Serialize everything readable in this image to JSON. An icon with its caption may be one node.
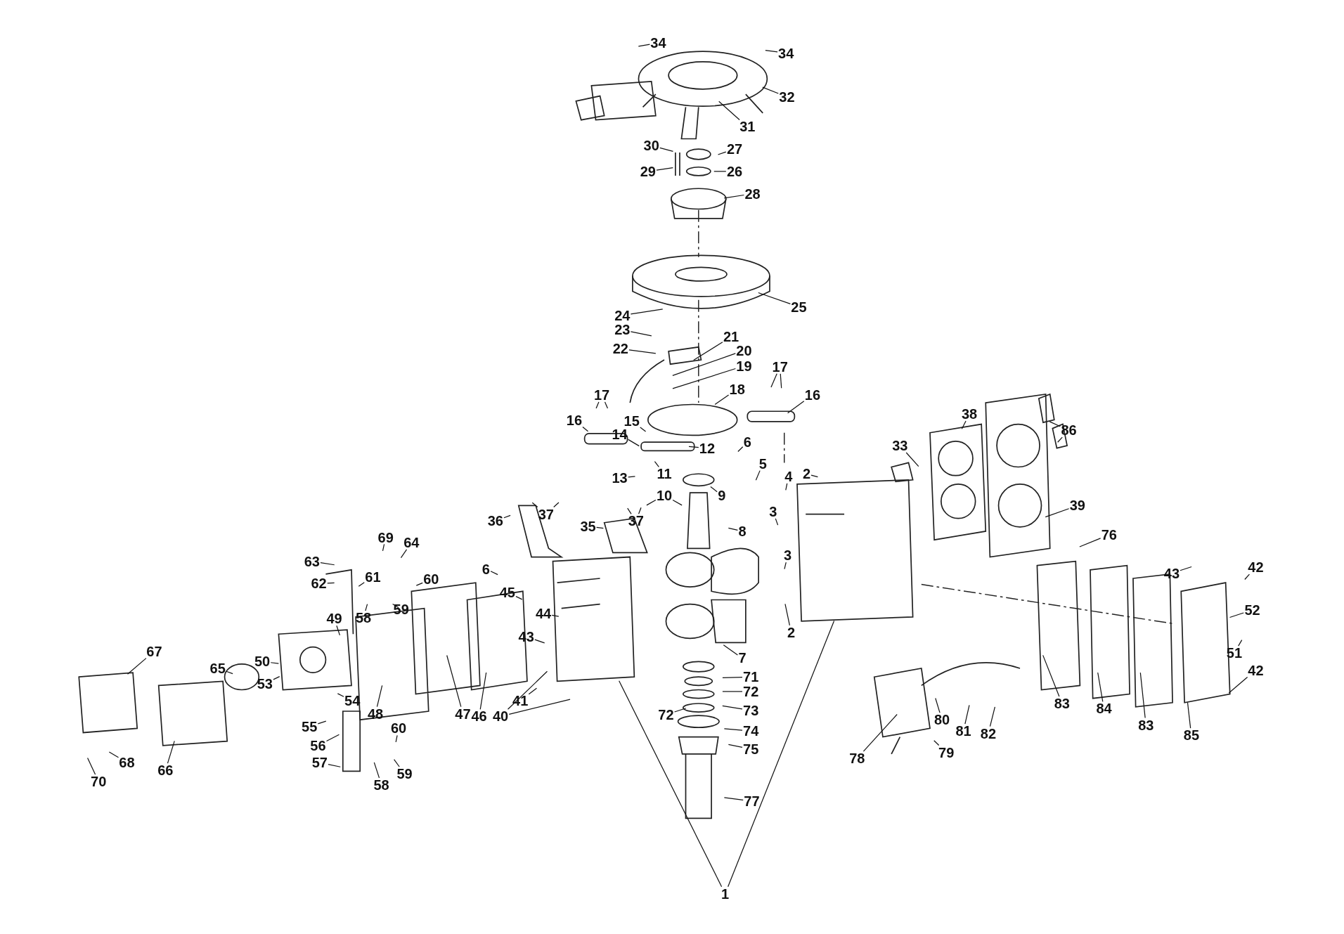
{
  "diagram": {
    "nodes": [
      {
        "text": [
          "34"
        ]
      },
      {
        "text": [
          "34"
        ]
      },
      {
        "text": [
          "32"
        ]
      },
      {
        "text": [
          "31"
        ]
      },
      {
        "text": [
          "30"
        ]
      },
      {
        "text": [
          "27"
        ]
      },
      {
        "text": [
          "29"
        ]
      },
      {
        "text": [
          "26"
        ]
      },
      {
        "text": [
          "28"
        ]
      },
      {
        "text": [
          "25"
        ]
      },
      {
        "text": [
          "24"
        ]
      },
      {
        "text": [
          "23"
        ]
      },
      {
        "text": [
          "22"
        ]
      },
      {
        "text": [
          "21"
        ]
      },
      {
        "text": [
          "20"
        ]
      },
      {
        "text": [
          "19"
        ]
      },
      {
        "text": [
          "18"
        ]
      },
      {
        "text": [
          "17"
        ]
      },
      {
        "text": [
          "17"
        ]
      },
      {
        "text": [
          "16"
        ]
      },
      {
        "text": [
          "16"
        ]
      },
      {
        "text": [
          "15"
        ]
      },
      {
        "text": [
          "14"
        ]
      },
      {
        "text": [
          "12"
        ]
      },
      {
        "text": [
          "6"
        ]
      },
      {
        "text": [
          "13"
        ]
      },
      {
        "text": [
          "11"
        ]
      },
      {
        "text": [
          "10"
        ]
      },
      {
        "text": [
          "5"
        ]
      },
      {
        "text": [
          "9"
        ]
      },
      {
        "text": [
          "4"
        ]
      },
      {
        "text": [
          "2"
        ]
      },
      {
        "text": [
          "33"
        ]
      },
      {
        "text": [
          "38"
        ]
      },
      {
        "text": [
          "86"
        ]
      },
      {
        "text": [
          "39"
        ]
      },
      {
        "text": [
          "36"
        ]
      },
      {
        "text": [
          "37"
        ]
      },
      {
        "text": [
          "35"
        ]
      },
      {
        "text": [
          "37"
        ]
      },
      {
        "text": [
          "8"
        ]
      },
      {
        "text": [
          "3"
        ]
      },
      {
        "text": [
          "3"
        ]
      },
      {
        "text": [
          "76"
        ]
      },
      {
        "text": [
          "69"
        ]
      },
      {
        "text": [
          "64"
        ]
      },
      {
        "text": [
          "63"
        ]
      },
      {
        "text": [
          "62"
        ]
      },
      {
        "text": [
          "61"
        ]
      },
      {
        "text": [
          "60"
        ]
      },
      {
        "text": [
          "59"
        ]
      },
      {
        "text": [
          "58"
        ]
      },
      {
        "text": [
          "6"
        ]
      },
      {
        "text": [
          "45"
        ]
      },
      {
        "text": [
          "44"
        ]
      },
      {
        "text": [
          "43"
        ]
      },
      {
        "text": [
          "49"
        ]
      },
      {
        "text": [
          "50"
        ]
      },
      {
        "text": [
          "2"
        ]
      },
      {
        "text": [
          "7"
        ]
      },
      {
        "text": [
          "43"
        ]
      },
      {
        "text": [
          "42"
        ]
      },
      {
        "text": [
          "52"
        ]
      },
      {
        "text": [
          "51"
        ]
      },
      {
        "text": [
          "67"
        ]
      },
      {
        "text": [
          "65"
        ]
      },
      {
        "text": [
          "53"
        ]
      },
      {
        "text": [
          "54"
        ]
      },
      {
        "text": [
          "48"
        ]
      },
      {
        "text": [
          "47"
        ]
      },
      {
        "text": [
          "46"
        ]
      },
      {
        "text": [
          "41"
        ]
      },
      {
        "text": [
          "40"
        ]
      },
      {
        "text": [
          "71"
        ]
      },
      {
        "text": [
          "72"
        ]
      },
      {
        "text": [
          "73"
        ]
      },
      {
        "text": [
          "72"
        ]
      },
      {
        "text": [
          "74"
        ]
      },
      {
        "text": [
          "75"
        ]
      },
      {
        "text": [
          "55"
        ]
      },
      {
        "text": [
          "56"
        ]
      },
      {
        "text": [
          "57"
        ]
      },
      {
        "text": [
          "60"
        ]
      },
      {
        "text": [
          "59"
        ]
      },
      {
        "text": [
          "58"
        ]
      },
      {
        "text": [
          "66"
        ]
      },
      {
        "text": [
          "68"
        ]
      },
      {
        "text": [
          "70"
        ]
      },
      {
        "text": [
          "78"
        ]
      },
      {
        "text": [
          "80"
        ]
      },
      {
        "text": [
          "81"
        ]
      },
      {
        "text": [
          "82"
        ]
      },
      {
        "text": [
          "79"
        ]
      },
      {
        "text": [
          "83"
        ]
      },
      {
        "text": [
          "84"
        ]
      },
      {
        "text": [
          "83"
        ]
      },
      {
        "text": [
          "85"
        ]
      },
      {
        "text": [
          "42"
        ]
      },
      {
        "text": [
          "77"
        ]
      },
      {
        "text": [
          "1"
        ]
      }
    ],
    "edges": [
      {
        "from": 0,
        "to": null,
        "arrow": "none"
      },
      {
        "from": 1,
        "to": null,
        "arrow": "none"
      },
      {
        "from": 2,
        "to": null,
        "arrow": "none"
      },
      {
        "from": 3,
        "to": null,
        "arrow": "none"
      },
      {
        "from": 4,
        "to": null,
        "arrow": "none"
      },
      {
        "from": 5,
        "to": null,
        "arrow": "none"
      },
      {
        "from": 6,
        "to": null,
        "arrow": "none"
      },
      {
        "from": 7,
        "to": null,
        "arrow": "none"
      },
      {
        "from": 8,
        "to": null,
        "arrow": "none"
      },
      {
        "from": 9,
        "to": null,
        "arrow": "none"
      },
      {
        "from": 10,
        "to": null,
        "arrow": "none"
      },
      {
        "from": 11,
        "to": null,
        "arrow": "none"
      },
      {
        "from": 12,
        "to": null,
        "arrow": "none"
      },
      {
        "from": 13,
        "to": null,
        "arrow": "none"
      },
      {
        "from": 14,
        "to": null,
        "arrow": "none"
      },
      {
        "from": 15,
        "to": null,
        "arrow": "none"
      },
      {
        "from": 16,
        "to": null,
        "arrow": "none"
      },
      {
        "from": 17,
        "to": null,
        "arrow": "none"
      },
      {
        "from": 17,
        "to": null,
        "arrow": "none"
      },
      {
        "from": 18,
        "to": null,
        "arrow": "none"
      },
      {
        "from": 18,
        "to": null,
        "arrow": "none"
      },
      {
        "from": 19,
        "to": null,
        "arrow": "none"
      },
      {
        "from": 20,
        "to": null,
        "arrow": "none"
      },
      {
        "from": 21,
        "to": null,
        "arrow": "none"
      },
      {
        "from": 22,
        "to": null,
        "arrow": "none"
      },
      {
        "from": 23,
        "to": null,
        "arrow": "none"
      },
      {
        "from": 24,
        "to": null,
        "arrow": "none"
      },
      {
        "from": 25,
        "to": null,
        "arrow": "none"
      },
      {
        "from": 26,
        "to": null,
        "arrow": "none"
      },
      {
        "from": 27,
        "to": null,
        "arrow": "none"
      },
      {
        "from": 27,
        "to": null,
        "arrow": "none"
      },
      {
        "from": 28,
        "to": null,
        "arrow": "none"
      },
      {
        "from": 29,
        "to": null,
        "arrow": "none"
      },
      {
        "from": 30,
        "to": null,
        "arrow": "none"
      },
      {
        "from": 31,
        "to": null,
        "arrow": "none"
      },
      {
        "from": 32,
        "to": null,
        "arrow": "none"
      },
      {
        "from": 33,
        "to": null,
        "arrow": "none"
      },
      {
        "from": 34,
        "to": null,
        "arrow": "none"
      },
      {
        "from": 34,
        "to": null,
        "arrow": "none"
      },
      {
        "from": 35,
        "to": null,
        "arrow": "none"
      },
      {
        "from": 36,
        "to": null,
        "arrow": "none"
      },
      {
        "from": 37,
        "to": null,
        "arrow": "none"
      },
      {
        "from": 37,
        "to": null,
        "arrow": "none"
      },
      {
        "from": 38,
        "to": null,
        "arrow": "none"
      },
      {
        "from": 39,
        "to": null,
        "arrow": "none"
      },
      {
        "from": 39,
        "to": null,
        "arrow": "none"
      },
      {
        "from": 40,
        "to": null,
        "arrow": "none"
      },
      {
        "from": 41,
        "to": null,
        "arrow": "none"
      },
      {
        "from": 42,
        "to": null,
        "arrow": "none"
      },
      {
        "from": 43,
        "to": null,
        "arrow": "none"
      },
      {
        "from": 44,
        "to": null,
        "arrow": "none"
      },
      {
        "from": 45,
        "to": null,
        "arrow": "none"
      },
      {
        "from": 46,
        "to": null,
        "arrow": "none"
      },
      {
        "from": 47,
        "to": null,
        "arrow": "none"
      },
      {
        "from": 48,
        "to": null,
        "arrow": "none"
      },
      {
        "from": 49,
        "to": null,
        "arrow": "none"
      },
      {
        "from": 50,
        "to": null,
        "arrow": "none"
      },
      {
        "from": 51,
        "to": null,
        "arrow": "none"
      },
      {
        "from": 52,
        "to": null,
        "arrow": "none"
      },
      {
        "from": 53,
        "to": null,
        "arrow": "none"
      },
      {
        "from": 54,
        "to": null,
        "arrow": "none"
      },
      {
        "from": 55,
        "to": null,
        "arrow": "none"
      },
      {
        "from": 56,
        "to": null,
        "arrow": "none"
      },
      {
        "from": 57,
        "to": null,
        "arrow": "none"
      },
      {
        "from": 58,
        "to": null,
        "arrow": "none"
      },
      {
        "from": 59,
        "to": null,
        "arrow": "none"
      },
      {
        "from": 60,
        "to": null,
        "arrow": "none"
      },
      {
        "from": 61,
        "to": null,
        "arrow": "none"
      },
      {
        "from": 62,
        "to": null,
        "arrow": "none"
      },
      {
        "from": 63,
        "to": null,
        "arrow": "none"
      },
      {
        "from": 64,
        "to": null,
        "arrow": "none"
      },
      {
        "from": 65,
        "to": null,
        "arrow": "none"
      },
      {
        "from": 66,
        "to": null,
        "arrow": "none"
      },
      {
        "from": 67,
        "to": null,
        "arrow": "none"
      },
      {
        "from": 68,
        "to": null,
        "arrow": "none"
      },
      {
        "from": 69,
        "to": null,
        "arrow": "none"
      },
      {
        "from": 70,
        "to": null,
        "arrow": "none"
      },
      {
        "from": 71,
        "to": null,
        "arrow": "none"
      },
      {
        "from": 72,
        "to": null,
        "arrow": "none"
      },
      {
        "from": 72,
        "to": null,
        "arrow": "none"
      },
      {
        "from": 73,
        "to": null,
        "arrow": "none"
      },
      {
        "from": 74,
        "to": null,
        "arrow": "none"
      },
      {
        "from": 75,
        "to": null,
        "arrow": "none"
      },
      {
        "from": 76,
        "to": null,
        "arrow": "none"
      },
      {
        "from": 77,
        "to": null,
        "arrow": "none"
      },
      {
        "from": 78,
        "to": null,
        "arrow": "none"
      },
      {
        "from": 79,
        "to": null,
        "arrow": "none"
      },
      {
        "from": 80,
        "to": null,
        "arrow": "none"
      },
      {
        "from": 81,
        "to": null,
        "arrow": "none"
      },
      {
        "from": 82,
        "to": null,
        "arrow": "none"
      },
      {
        "from": 83,
        "to": null,
        "arrow": "none"
      },
      {
        "from": 84,
        "to": null,
        "arrow": "none"
      },
      {
        "from": 85,
        "to": null,
        "arrow": "none"
      },
      {
        "from": 86,
        "to": null,
        "arrow": "none"
      },
      {
        "from": 87,
        "to": null,
        "arrow": "none"
      },
      {
        "from": 88,
        "to": null,
        "arrow": "none"
      },
      {
        "from": 89,
        "to": null,
        "arrow": "none"
      },
      {
        "from": 90,
        "to": null,
        "arrow": "none"
      },
      {
        "from": 91,
        "to": null,
        "arrow": "none"
      },
      {
        "from": 92,
        "to": null,
        "arrow": "none"
      },
      {
        "from": 93,
        "to": null,
        "arrow": "none"
      },
      {
        "from": 94,
        "to": null,
        "arrow": "none"
      },
      {
        "from": 95,
        "to": null,
        "arrow": "none"
      },
      {
        "from": 96,
        "to": null,
        "arrow": "none"
      },
      {
        "from": 97,
        "to": null,
        "arrow": "none"
      },
      {
        "from": 98,
        "to": null,
        "arrow": "none"
      },
      {
        "from": 99,
        "to": null,
        "arrow": "none"
      },
      {
        "from": 99,
        "to": null,
        "arrow": "none"
      }
    ]
  }
}
